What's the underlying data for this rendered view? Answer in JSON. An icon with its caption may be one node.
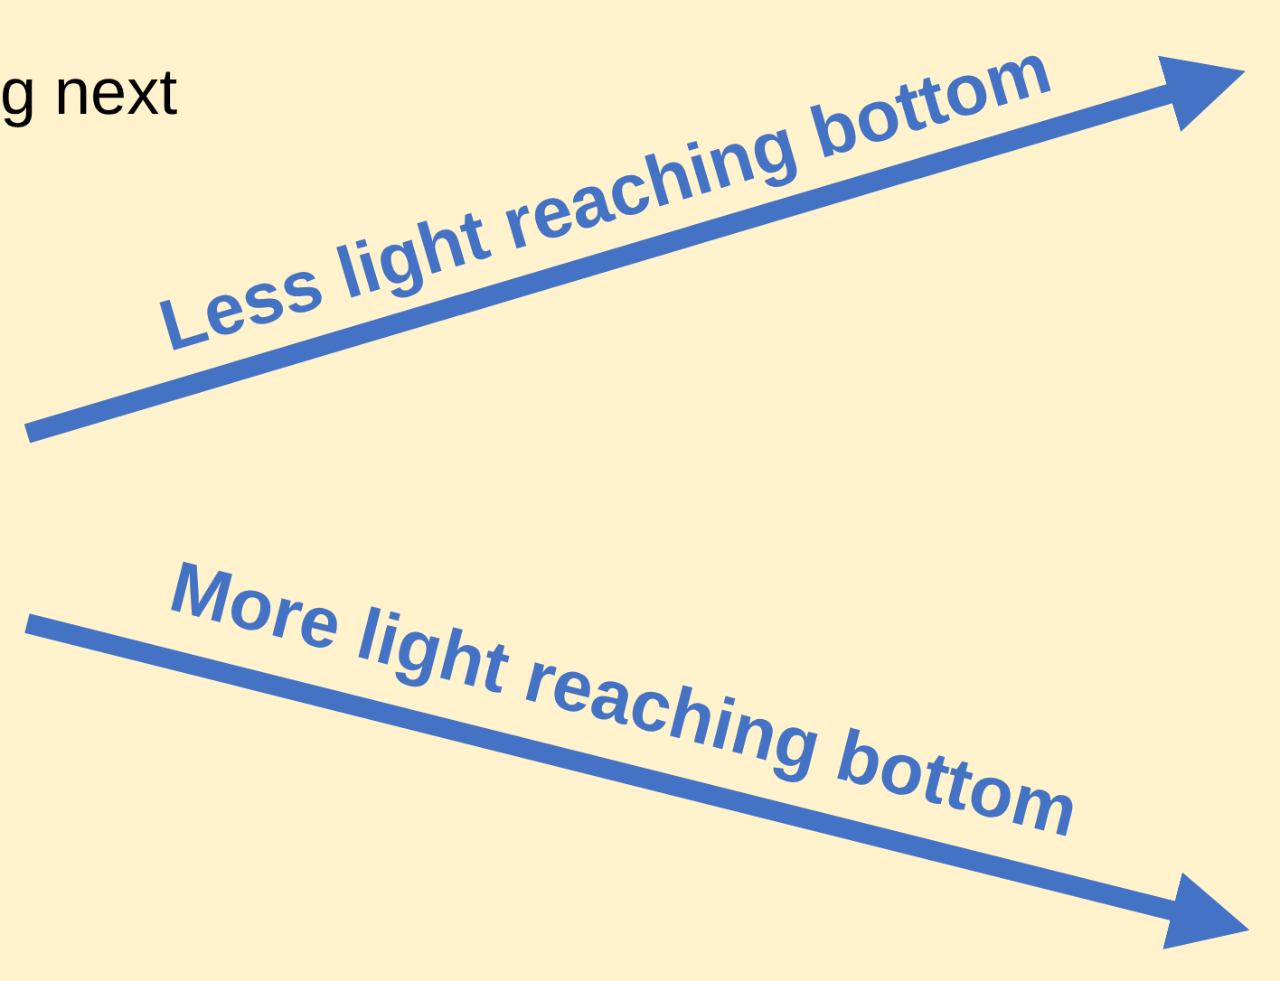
{
  "diagram": {
    "labels": [
      "g next",
      "Less light reaching bottom",
      "More light reaching bottom"
    ]
  }
}
